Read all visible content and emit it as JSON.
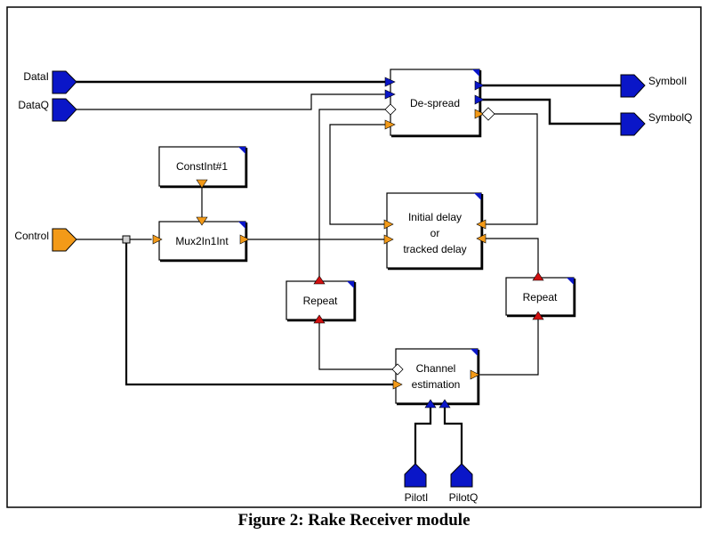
{
  "caption": "Figure 2: Rake Receiver module",
  "inputs": {
    "data_i": "DataI",
    "data_q": "DataQ",
    "control": "Control",
    "pilot_i": "PilotI",
    "pilot_q": "PilotQ"
  },
  "outputs": {
    "symbol_i": "SymbolI",
    "symbol_q": "SymbolQ"
  },
  "blocks": {
    "despread": "De-spread",
    "constint": "ConstInt#1",
    "mux": "Mux2In1Int",
    "delay_line1": "Initial delay",
    "delay_line2": "or",
    "delay_line3": "tracked delay",
    "repeat_left": "Repeat",
    "repeat_right": "Repeat",
    "chan_line1": "Channel",
    "chan_line2": "estimation"
  },
  "colors": {
    "data_port": "#0a16c8",
    "control_port": "#f39a18",
    "repeat_port": "#d01010",
    "block_corner": "#0a16c8"
  }
}
